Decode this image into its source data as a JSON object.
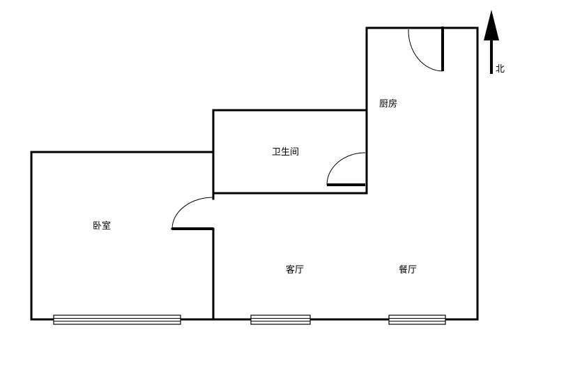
{
  "rooms": {
    "kitchen": "厨房",
    "bathroom": "卫生间",
    "bedroom": "卧室",
    "living_room": "客厅",
    "dining_room": "餐厅"
  },
  "compass": {
    "label": "北",
    "direction": "north"
  }
}
